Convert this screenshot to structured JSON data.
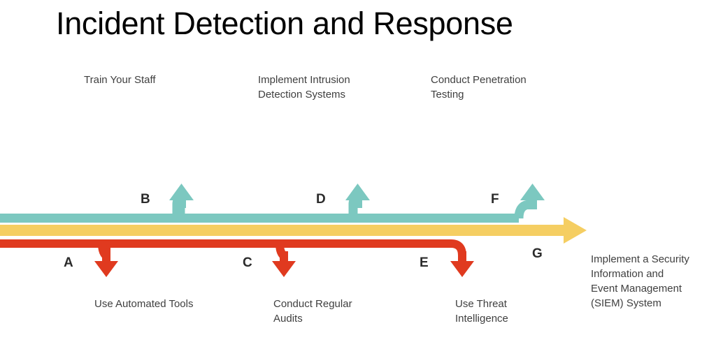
{
  "title": "Incident Detection and Response",
  "colors": {
    "teal": "#7CC8C0",
    "yellow": "#F5CE62",
    "red": "#E03A1F",
    "text": "#3f3f3f",
    "marker": "#2b2b2b",
    "background": "#ffffff"
  },
  "markers": {
    "a": "A",
    "b": "B",
    "c": "C",
    "d": "D",
    "e": "E",
    "f": "F",
    "g": "G"
  },
  "top_labels": [
    {
      "id": "b",
      "text": "Train Your Staff"
    },
    {
      "id": "d",
      "text": "Implement Intrusion\nDetection Systems"
    },
    {
      "id": "f",
      "text": "Conduct Penetration\nTesting"
    }
  ],
  "bottom_labels": [
    {
      "id": "a",
      "text": "Use Automated Tools"
    },
    {
      "id": "c",
      "text": "Conduct Regular\nAudits"
    },
    {
      "id": "e",
      "text": "Use Threat\nIntelligence"
    }
  ],
  "end_label": {
    "id": "g",
    "text": "Implement a Security\nInformation and\nEvent Management\n(SIEM) System"
  },
  "chart_data": {
    "type": "diagram",
    "style": "timeline-branching-arrows",
    "tracks": [
      {
        "name": "upper",
        "color": "#7CC8C0",
        "direction": "up",
        "branches": [
          "B",
          "D",
          "F"
        ]
      },
      {
        "name": "middle",
        "color": "#F5CE62",
        "direction": "right",
        "branches": [
          "G"
        ]
      },
      {
        "name": "lower",
        "color": "#E03A1F",
        "direction": "down",
        "branches": [
          "A",
          "C",
          "E"
        ]
      }
    ]
  }
}
